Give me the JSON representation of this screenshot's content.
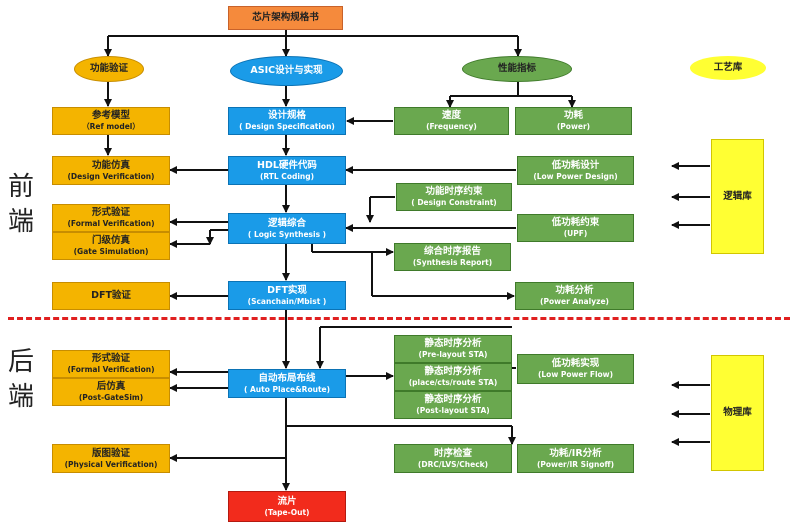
{
  "title": "芯片架构规格书",
  "categories": {
    "func": "功能验证",
    "asic": "ASIC设计与实现",
    "perf": "性能指标",
    "lib": "工艺库"
  },
  "sides": {
    "front": [
      "前",
      "端"
    ],
    "back": [
      "后",
      "端"
    ]
  },
  "nodes": {
    "ref_model": [
      "参考模型",
      "（Ref model）"
    ],
    "design_verif": [
      "功能仿真",
      "(Design Verification)"
    ],
    "formal_verif": [
      "形式验证",
      "(Formal Verification)"
    ],
    "gate_sim": [
      "门级仿真",
      "(Gate Simulation)"
    ],
    "dft_verif": [
      "DFT验证"
    ],
    "formal_verif2": [
      "形式验证",
      "(Formal Verification)"
    ],
    "post_sim": [
      "后仿真",
      "(Post-GateSim)"
    ],
    "phys_verif": [
      "版图验证",
      "(Physical Verification)"
    ],
    "design_spec": [
      "设计规格",
      "( Design Specification)"
    ],
    "rtl": [
      "HDL硬件代码",
      "(RTL Coding)"
    ],
    "logic_syn": [
      "逻辑综合",
      "( Logic Synthesis )"
    ],
    "dft": [
      "DFT实现",
      "(Scanchain/Mbist )"
    ],
    "pnr": [
      "自动布局布线",
      "( Auto Place&Route)"
    ],
    "tapeout": [
      "流片",
      "(Tape-Out)"
    ],
    "speed": [
      "速度",
      "(Frequency)"
    ],
    "power": [
      "功耗",
      "(Power)"
    ],
    "lp_design": [
      "低功耗设计",
      "(Low Power Design)"
    ],
    "constraint": [
      "功能时序约束",
      "( Design Constraint)"
    ],
    "lp_const": [
      "低功耗约束",
      "(UPF)"
    ],
    "syn_report": [
      "综合时序报告",
      "(Synthesis Report)"
    ],
    "power_analyze": [
      "功耗分析",
      "(Power Analyze)"
    ],
    "pre_sta": [
      "静态时序分析",
      "(Pre-layout STA)"
    ],
    "place_sta": [
      "静态时序分析",
      "(place/cts/route STA)"
    ],
    "post_sta": [
      "静态时序分析",
      "(Post-layout STA)"
    ],
    "lp_flow": [
      "低功耗实现",
      "(Low Power Flow)"
    ],
    "drc": [
      "时序检查",
      "(DRC/LVS/Check)"
    ],
    "ir": [
      "功耗/IR分析",
      "(Power/IR Signoff)"
    ],
    "logic_lib": [
      "逻辑库"
    ],
    "phys_lib": [
      "物理库"
    ]
  },
  "colors": {
    "verify": "#f4b400",
    "flow": "#1a9be8",
    "perf": "#6aa84f",
    "tapeout": "#f22b1c",
    "title": "#f58a3c",
    "library": "#ffff33",
    "divider": "#e02020"
  }
}
